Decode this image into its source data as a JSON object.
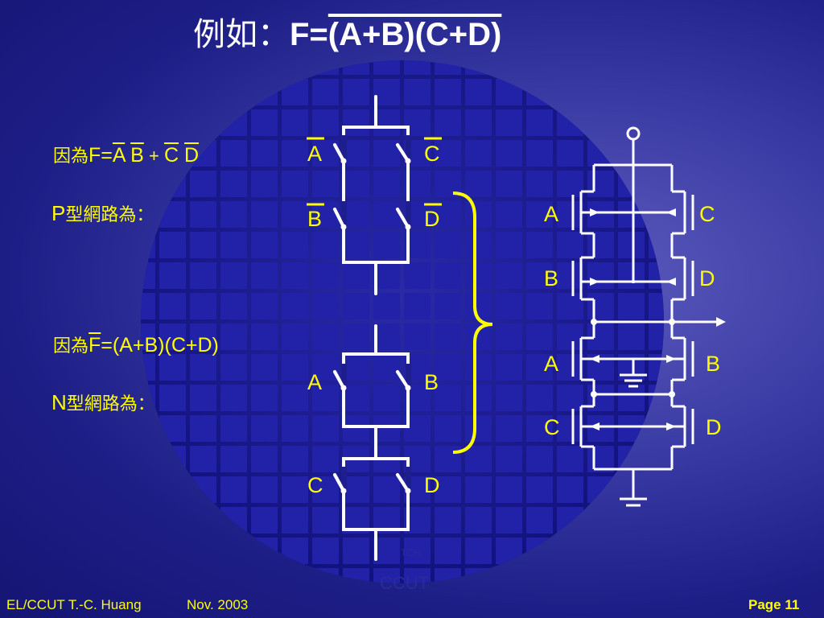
{
  "title": {
    "prefix": "例如：",
    "f_eq": "F=",
    "expr": "(A+B)(C+D)"
  },
  "left_text": {
    "line1_cjk": "因為",
    "line1_f": "F=",
    "line1_a": "A",
    "line1_b": "B",
    "line1_plus": "+",
    "line1_c": "C",
    "line1_d": "D",
    "line2_p": "P",
    "line2_cjk": "型網路為：",
    "line3_cjk": "因為",
    "line3_f": "F",
    "line3_rest": "=(A+B)(C+D)",
    "line4_n": "N",
    "line4_cjk": "型網路為："
  },
  "switch_labels": {
    "p_top_left": "A",
    "p_top_right": "C",
    "p_bot_left": "B",
    "p_bot_right": "D",
    "n_top_left": "A",
    "n_top_right": "B",
    "n_bot_left": "C",
    "n_bot_right": "D"
  },
  "cmos_labels": {
    "p1_left": "A",
    "p1_right": "C",
    "p2_left": "B",
    "p2_right": "D",
    "n1_left": "A",
    "n1_right": "B",
    "n2_left": "C",
    "n2_right": "D"
  },
  "watermark": {
    "small": "TCH",
    "big": "CCUT"
  },
  "footer": {
    "author": "EL/CCUT T.-C. Huang",
    "date": "Nov. 2003",
    "page": "Page  11"
  },
  "colors": {
    "wire": "#ffffff",
    "text": "#ffff00",
    "title": "#ffffff",
    "brace": "#ffff00",
    "wafer": "#1a1a8c",
    "wafer_tile": "#2222a8"
  }
}
